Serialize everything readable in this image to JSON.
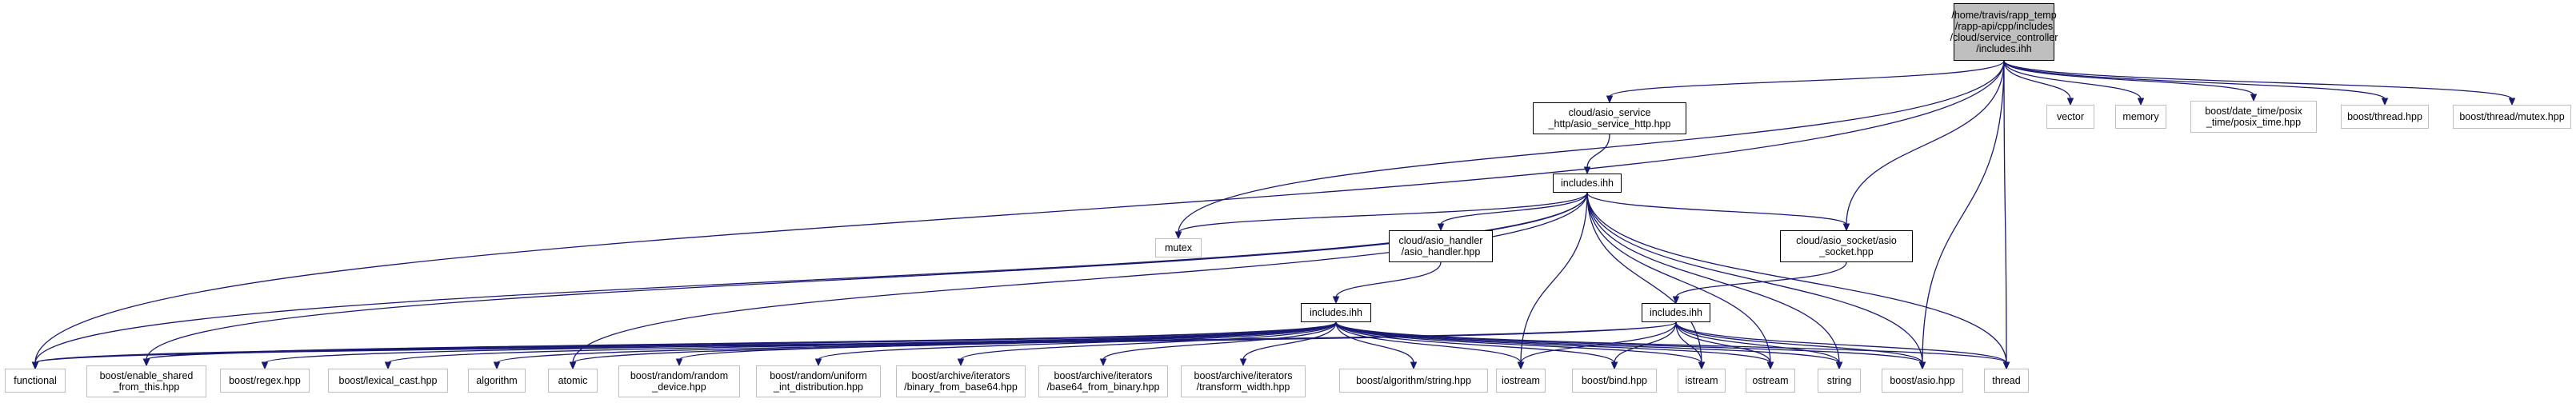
{
  "graph": {
    "colors": {
      "edge": "#191970",
      "root_fill": "#bfbfbf",
      "node_border": "#000000",
      "external_border": "#bfbfbf"
    },
    "nodes": [
      {
        "id": "root",
        "kind": "root",
        "label": "/home/travis/rapp_temp\n/rapp-api/cpp/includes\n/cloud/service_controller\n/includes.ihh"
      },
      {
        "id": "vector",
        "kind": "ext",
        "label": "vector"
      },
      {
        "id": "memory",
        "kind": "ext",
        "label": "memory"
      },
      {
        "id": "posix_time",
        "kind": "ext",
        "label": "boost/date_time/posix\n_time/posix_time.hpp"
      },
      {
        "id": "thread_hpp",
        "kind": "ext",
        "label": "boost/thread.hpp"
      },
      {
        "id": "mutex_hpp",
        "kind": "ext",
        "label": "boost/thread/mutex.hpp"
      },
      {
        "id": "asio_service",
        "kind": "int",
        "label": "cloud/asio_service\n_http/asio_service_http.hpp"
      },
      {
        "id": "inc1",
        "kind": "int",
        "label": "includes.ihh"
      },
      {
        "id": "mutex",
        "kind": "ext",
        "label": "mutex"
      },
      {
        "id": "asio_handler",
        "kind": "int",
        "label": "cloud/asio_handler\n/asio_handler.hpp"
      },
      {
        "id": "asio_socket",
        "kind": "int",
        "label": "cloud/asio_socket/asio\n_socket.hpp"
      },
      {
        "id": "inc2",
        "kind": "int",
        "label": "includes.ihh"
      },
      {
        "id": "inc3",
        "kind": "int",
        "label": "includes.ihh"
      },
      {
        "id": "functional",
        "kind": "ext",
        "label": "functional"
      },
      {
        "id": "enable_shared",
        "kind": "ext",
        "label": "boost/enable_shared\n_from_this.hpp"
      },
      {
        "id": "regex",
        "kind": "ext",
        "label": "boost/regex.hpp"
      },
      {
        "id": "lexical_cast",
        "kind": "ext",
        "label": "boost/lexical_cast.hpp"
      },
      {
        "id": "algorithm",
        "kind": "ext",
        "label": "algorithm"
      },
      {
        "id": "atomic",
        "kind": "ext",
        "label": "atomic"
      },
      {
        "id": "random_device",
        "kind": "ext",
        "label": "boost/random/random\n_device.hpp"
      },
      {
        "id": "uniform_int",
        "kind": "ext",
        "label": "boost/random/uniform\n_int_distribution.hpp"
      },
      {
        "id": "binary_from_base64",
        "kind": "ext",
        "label": "boost/archive/iterators\n/binary_from_base64.hpp"
      },
      {
        "id": "base64_from_binary",
        "kind": "ext",
        "label": "boost/archive/iterators\n/base64_from_binary.hpp"
      },
      {
        "id": "transform_width",
        "kind": "ext",
        "label": "boost/archive/iterators\n/transform_width.hpp"
      },
      {
        "id": "algo_string",
        "kind": "ext",
        "label": "boost/algorithm/string.hpp"
      },
      {
        "id": "iostream",
        "kind": "ext",
        "label": "iostream"
      },
      {
        "id": "bind",
        "kind": "ext",
        "label": "boost/bind.hpp"
      },
      {
        "id": "istream",
        "kind": "ext",
        "label": "istream"
      },
      {
        "id": "ostream",
        "kind": "ext",
        "label": "ostream"
      },
      {
        "id": "string",
        "kind": "ext",
        "label": "string"
      },
      {
        "id": "asio_hpp",
        "kind": "ext",
        "label": "boost/asio.hpp"
      },
      {
        "id": "thread",
        "kind": "ext",
        "label": "thread"
      }
    ],
    "edges": [
      [
        "root",
        "vector"
      ],
      [
        "root",
        "memory"
      ],
      [
        "root",
        "posix_time"
      ],
      [
        "root",
        "thread_hpp"
      ],
      [
        "root",
        "mutex_hpp"
      ],
      [
        "root",
        "asio_service"
      ],
      [
        "root",
        "mutex"
      ],
      [
        "root",
        "asio_socket"
      ],
      [
        "root",
        "asio_hpp"
      ],
      [
        "root",
        "thread"
      ],
      [
        "root",
        "functional"
      ],
      [
        "asio_service",
        "inc1"
      ],
      [
        "inc1",
        "mutex"
      ],
      [
        "inc1",
        "asio_handler"
      ],
      [
        "inc1",
        "asio_socket"
      ],
      [
        "inc1",
        "functional"
      ],
      [
        "inc1",
        "enable_shared"
      ],
      [
        "inc1",
        "iostream"
      ],
      [
        "inc1",
        "istream"
      ],
      [
        "inc1",
        "ostream"
      ],
      [
        "inc1",
        "string"
      ],
      [
        "inc1",
        "asio_hpp"
      ],
      [
        "inc1",
        "thread"
      ],
      [
        "inc1",
        "atomic"
      ],
      [
        "asio_handler",
        "inc2"
      ],
      [
        "inc2",
        "functional"
      ],
      [
        "inc2",
        "enable_shared"
      ],
      [
        "inc2",
        "regex"
      ],
      [
        "inc2",
        "lexical_cast"
      ],
      [
        "inc2",
        "algorithm"
      ],
      [
        "inc2",
        "atomic"
      ],
      [
        "inc2",
        "random_device"
      ],
      [
        "inc2",
        "uniform_int"
      ],
      [
        "inc2",
        "binary_from_base64"
      ],
      [
        "inc2",
        "base64_from_binary"
      ],
      [
        "inc2",
        "transform_width"
      ],
      [
        "inc2",
        "algo_string"
      ],
      [
        "inc2",
        "iostream"
      ],
      [
        "inc2",
        "bind"
      ],
      [
        "inc2",
        "istream"
      ],
      [
        "inc2",
        "ostream"
      ],
      [
        "inc2",
        "string"
      ],
      [
        "inc2",
        "asio_hpp"
      ],
      [
        "inc2",
        "thread"
      ],
      [
        "asio_socket",
        "inc3"
      ],
      [
        "inc3",
        "iostream"
      ],
      [
        "inc3",
        "bind"
      ],
      [
        "inc3",
        "istream"
      ],
      [
        "inc3",
        "ostream"
      ],
      [
        "inc3",
        "string"
      ],
      [
        "inc3",
        "asio_hpp"
      ],
      [
        "inc3",
        "thread"
      ],
      [
        "inc3",
        "functional"
      ],
      [
        "inc3",
        "enable_shared"
      ]
    ]
  }
}
